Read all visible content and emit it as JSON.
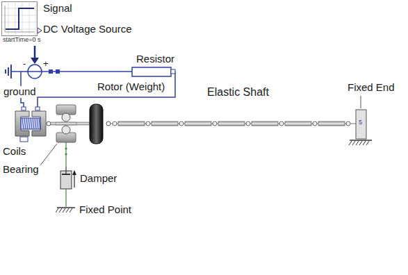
{
  "diagram": {
    "nodes": [
      {
        "text": [
          "startTime=0 s"
        ]
      }
    ],
    "labels": [
      "Signal",
      "DC Voltage Source",
      "-",
      "+",
      "Resistor",
      "ground",
      "Coils",
      "Rotor (Weight)",
      "Elastic Shaft",
      "Fixed End",
      "5",
      "Bearing",
      "Damper",
      "Fixed Point"
    ]
  }
}
